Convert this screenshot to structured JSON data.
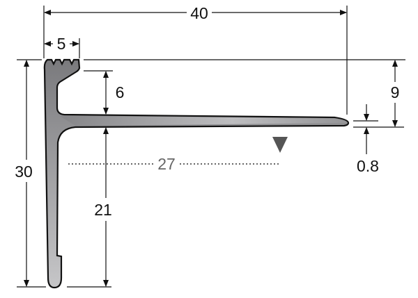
{
  "dimensions": {
    "overall_width": "40",
    "top_width": "5",
    "overall_height": "30",
    "hook_depth": "6",
    "flange_height": "9",
    "lower_height": "21",
    "tip_thickness": "0.8",
    "inner_length": "27"
  },
  "colors": {
    "profile_fill": "#9a9a9c",
    "outline": "#111111",
    "marker": "#555555"
  }
}
